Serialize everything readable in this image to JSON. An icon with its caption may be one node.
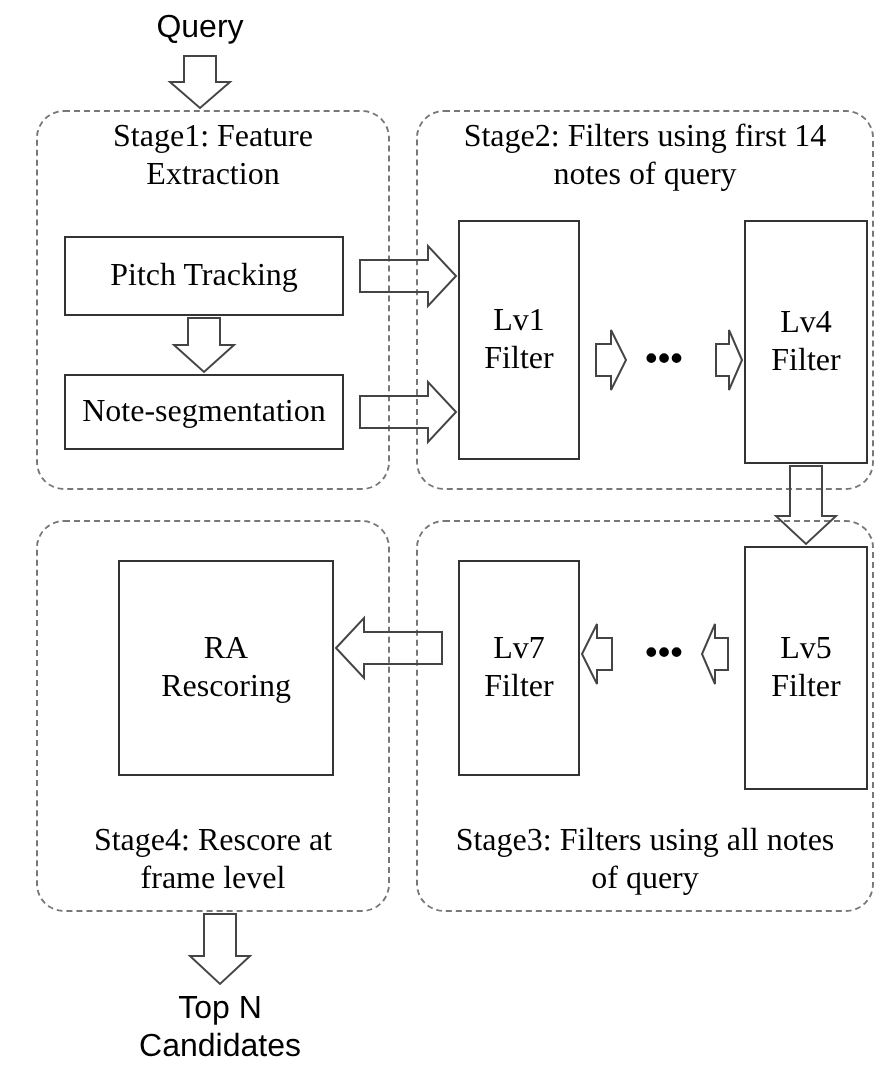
{
  "diagram": {
    "nodes": [
      {
        "text": [
          "Query"
        ]
      },
      {
        "text": [
          "Stage1: Feature Extraction"
        ]
      },
      {
        "text": [
          "Pitch Tracking"
        ],
        "in": 1
      },
      {
        "text": [
          "Note-segmentation"
        ],
        "in": 1
      },
      {
        "text": [
          "Stage2: Filters using first 14 notes of query"
        ]
      },
      {
        "text": [
          "Lv1 Filter"
        ],
        "in": 4
      },
      {
        "text": [
          "•••"
        ],
        "in": 4
      },
      {
        "text": [
          "Lv4 Filter"
        ],
        "in": 4
      },
      {
        "text": [
          "Stage4: Rescore at frame level"
        ]
      },
      {
        "text": [
          "RA Rescoring"
        ],
        "in": 8
      },
      {
        "text": [
          "Stage3: Filters using all notes of query"
        ]
      },
      {
        "text": [
          "Lv7 Filter"
        ],
        "in": 10
      },
      {
        "text": [
          "•••"
        ],
        "in": 10
      },
      {
        "text": [
          "Lv5 Filter"
        ],
        "in": 10
      },
      {
        "text": [
          "Top N Candidates"
        ]
      }
    ],
    "edges": [
      {
        "from": 0,
        "to": 1,
        "arrow": "to"
      },
      {
        "from": 2,
        "to": 3,
        "arrow": "to"
      },
      {
        "from": 2,
        "to": 5,
        "arrow": "to"
      },
      {
        "from": 3,
        "to": 5,
        "arrow": "to"
      },
      {
        "from": 5,
        "to": 6,
        "arrow": "to"
      },
      {
        "from": 6,
        "to": 7,
        "arrow": "to"
      },
      {
        "from": 7,
        "to": 13,
        "arrow": "to"
      },
      {
        "from": 13,
        "to": 12,
        "arrow": "to"
      },
      {
        "from": 12,
        "to": 11,
        "arrow": "to"
      },
      {
        "from": 11,
        "to": 9,
        "arrow": "to"
      },
      {
        "from": 8,
        "to": 14,
        "arrow": "to"
      }
    ]
  }
}
